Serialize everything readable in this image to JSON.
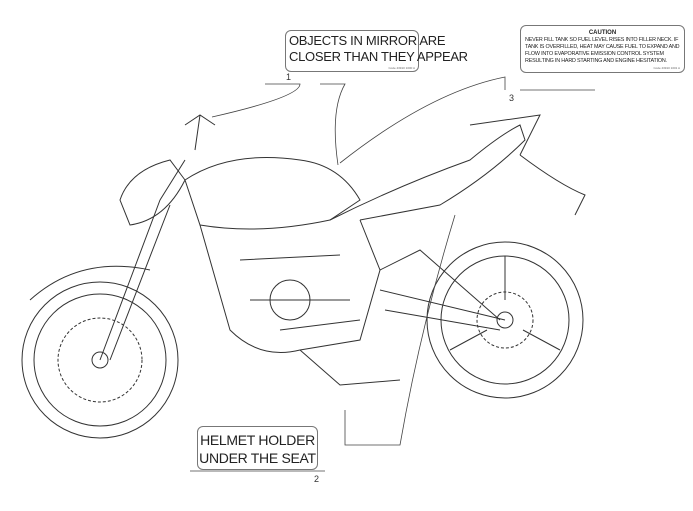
{
  "labels": [
    {
      "number": "1",
      "lines": [
        "OBJECTS IN MIRROR ARE",
        "CLOSER THAN THEY APPEAR"
      ],
      "code": "Code 43910 1000 A"
    },
    {
      "number": "2",
      "lines": [
        "HELMET HOLDER",
        "UNDER THE SEAT"
      ]
    },
    {
      "number": "3",
      "title": "CAUTION",
      "text": "NEVER FILL TANK SO FUEL LEVEL RISES INTO FILLER NECK. IF TANK IS OVERFILLED, HEAT MAY CAUSE FUEL TO EXPAND AND FLOW INTO EVAPORATIVE EMISSION CONTROL SYSTEM RESULTING IN HARD STARTING AND ENGINE HESITATION.",
      "code": "Code 43910 1001 A"
    }
  ]
}
